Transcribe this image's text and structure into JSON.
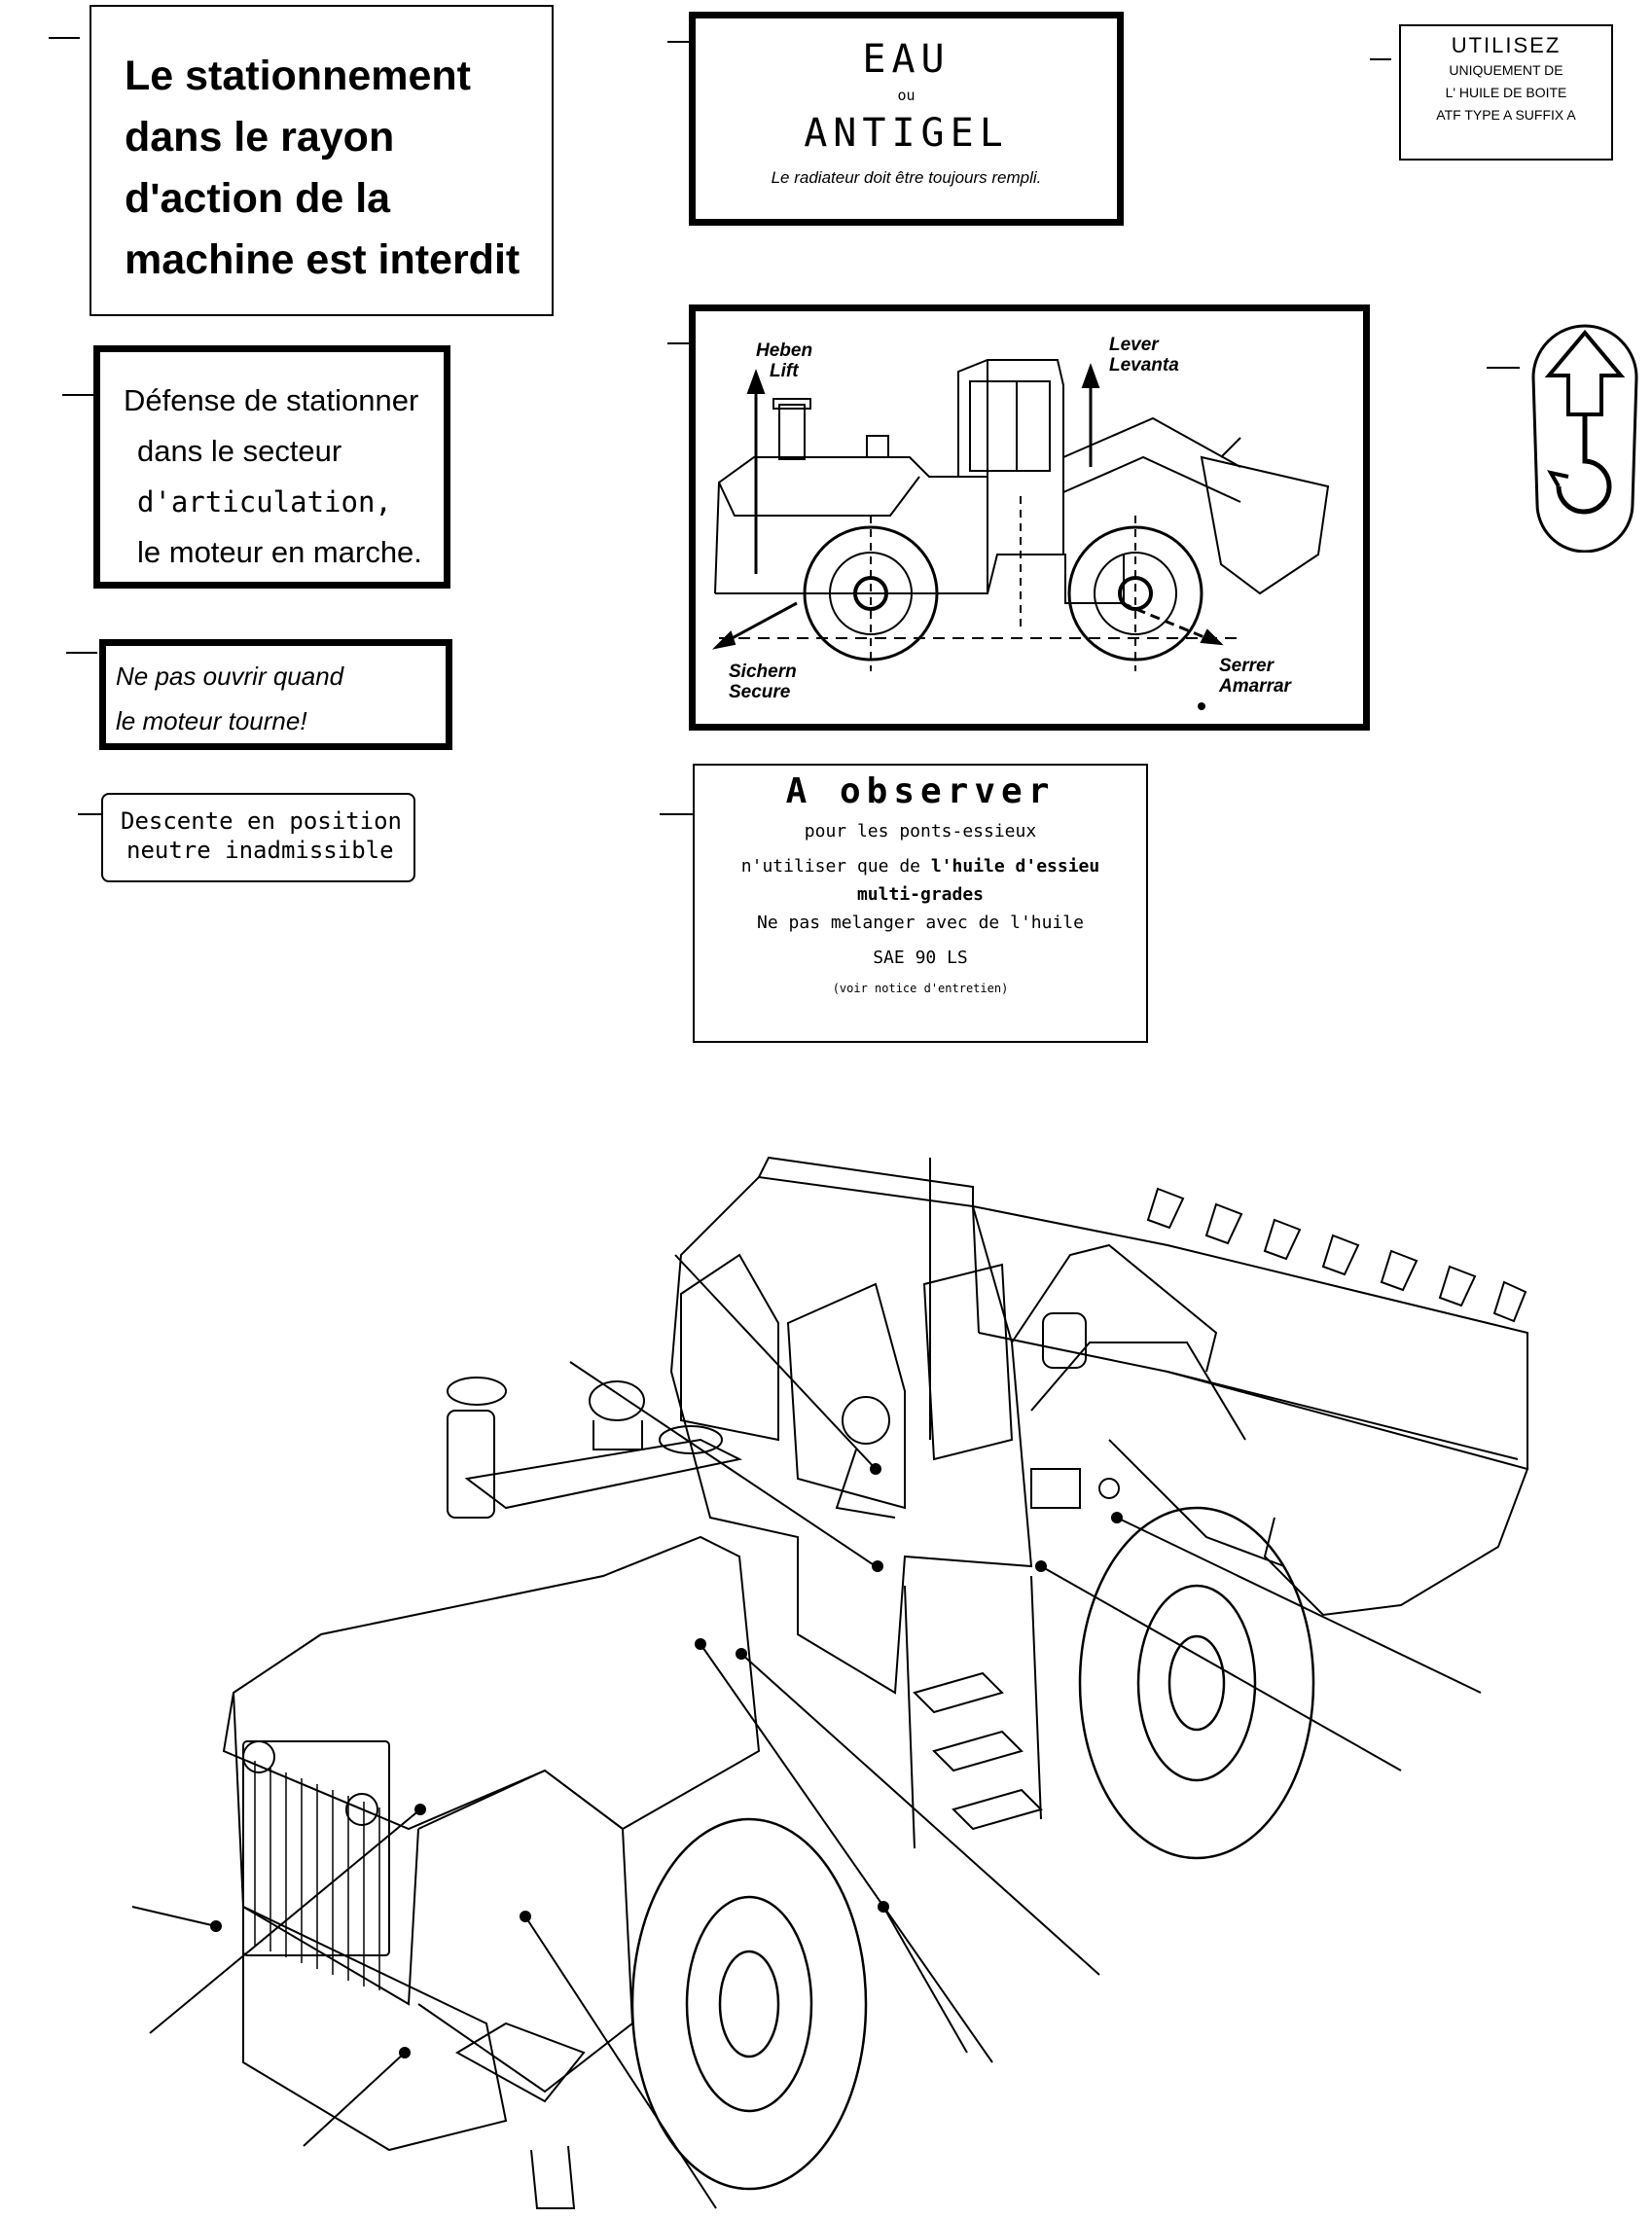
{
  "labels": {
    "parking": {
      "lines": [
        "Le stationnement",
        "dans le rayon",
        "d'action de la",
        "machine est interdit"
      ]
    },
    "articulation": {
      "lines": [
        "Défense de stationner",
        "dans le secteur",
        "d'articulation,",
        "le moteur en marche."
      ]
    },
    "engine": {
      "lines": [
        "Ne pas ouvrir  quand",
        "le moteur tourne!"
      ]
    },
    "descent": {
      "lines": [
        "Descente en position",
        "neutre inadmissible"
      ]
    },
    "water": {
      "line1": "EAU",
      "line2": "ou",
      "line3": "ANTIGEL",
      "note": "Le radiateur doit être toujours rempli."
    },
    "atf": {
      "line1": "UTILISEZ",
      "line2": "UNIQUEMENT DE",
      "line3": "L' HUILE DE BOITE",
      "line4": "ATF TYPE A SUFFIX A"
    },
    "lift": {
      "top_left": [
        "Heben",
        "Lift"
      ],
      "top_right": [
        "Lever",
        "Levanta"
      ],
      "bottom_left": [
        "Sichern",
        "Secure"
      ],
      "bottom_right": [
        "Serrer",
        "Amarrar"
      ]
    },
    "axle": {
      "title": "A observer",
      "line1": "pour les ponts-essieux",
      "line2a": "n'utiliser que de ",
      "line2b": "l'huile d'essieu",
      "line3": "multi-grades",
      "line4": "Ne pas melanger avec de l'huile",
      "line5": "SAE 90 LS",
      "line6": "(voir notice d'entretien)"
    }
  },
  "icons": [
    "hook-lift-icon",
    "wheel-loader-drawing",
    "loader-side-view-icon"
  ]
}
